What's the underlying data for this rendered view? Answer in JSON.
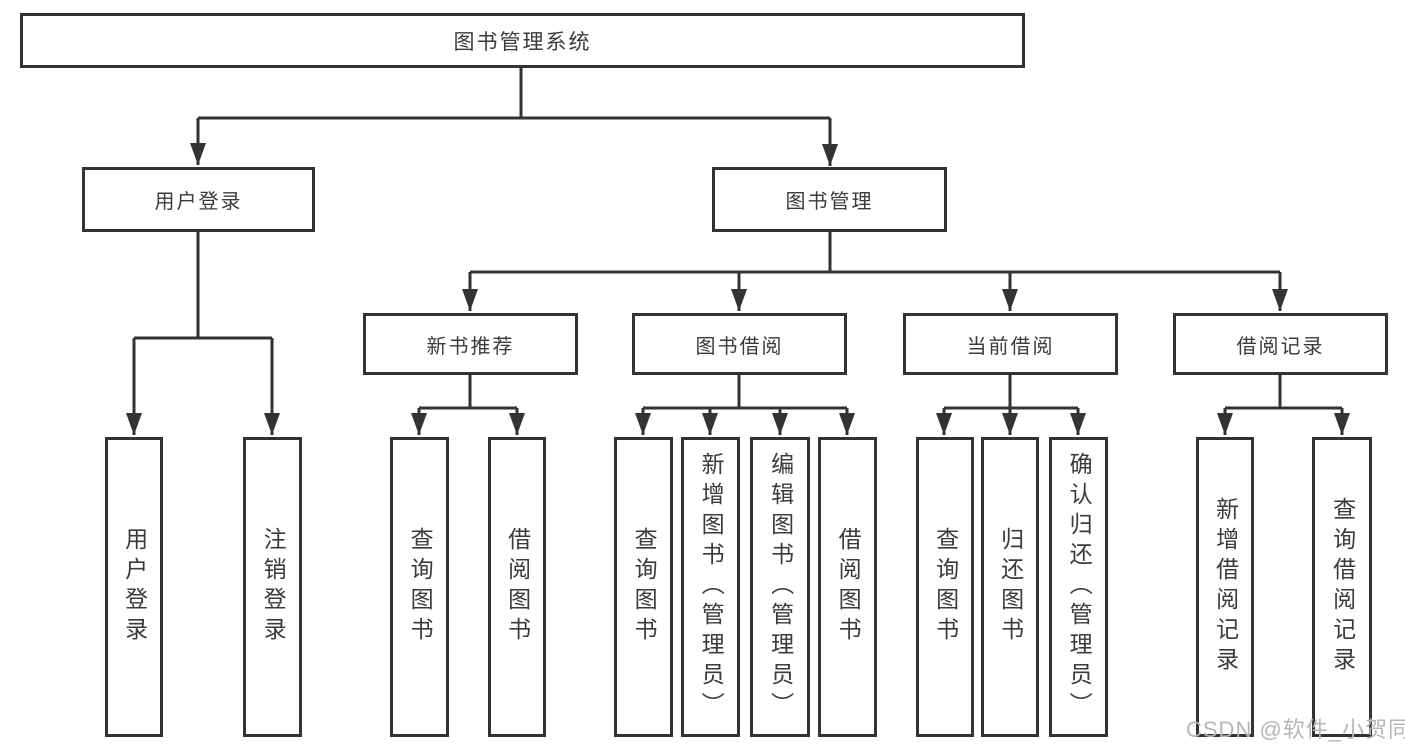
{
  "diagram": {
    "root": {
      "label": "图书管理系统"
    },
    "level2": {
      "user_login": "用户登录",
      "book_management": "图书管理"
    },
    "level3": {
      "new_book_recommend": "新书推荐",
      "book_borrow": "图书借阅",
      "current_borrow": "当前借阅",
      "borrow_record": "借阅记录"
    },
    "leaves": {
      "user_login": "用户登录",
      "logout": "注销登录",
      "query_book_1": "查询图书",
      "borrow_book_1": "借阅图书",
      "query_book_2": "查询图书",
      "add_book_admin": "新增图书（管理员）",
      "edit_book_admin": "编辑图书（管理员）",
      "borrow_book_2": "借阅图书",
      "query_book_3": "查询图书",
      "return_book": "归还图书",
      "confirm_return_admin": "确认归还（管理员）",
      "add_borrow_record": "新增借阅记录",
      "query_borrow_record": "查询借阅记录"
    }
  },
  "watermark": {
    "text": "CSDN @软件_小贺同学",
    "color": "#b4b7ba"
  },
  "colors": {
    "line": "#333333",
    "text": "#3b3b3b",
    "background": "#ffffff"
  }
}
